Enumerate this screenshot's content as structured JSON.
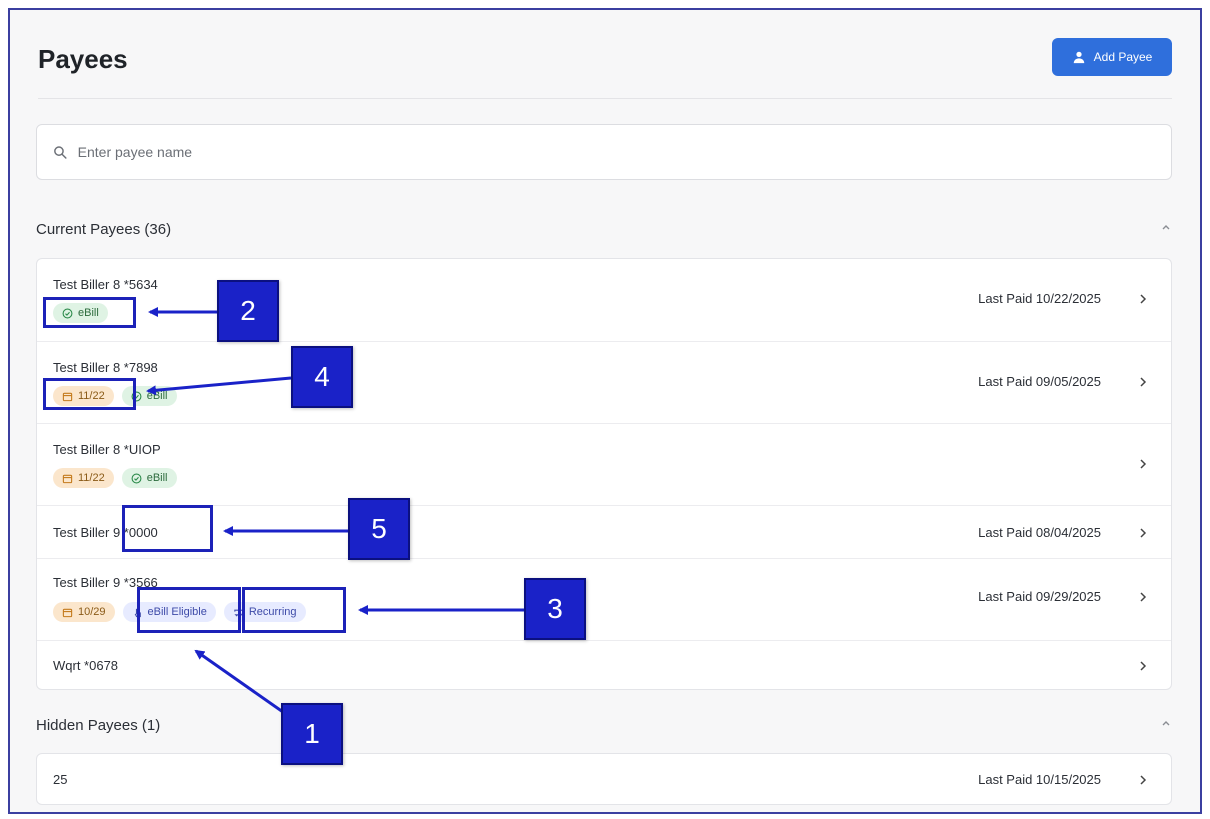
{
  "header": {
    "title": "Payees",
    "add_button_label": "Add Payee",
    "add_icon": "user-plus-icon"
  },
  "search": {
    "placeholder": "Enter payee name",
    "value": "",
    "icon": "search-icon"
  },
  "current_section": {
    "title": "Current Payees (36)",
    "payees": [
      {
        "name": "Test Biller 8 *5634",
        "last_paid": "Last Paid 10/22/2025",
        "badges": [
          {
            "type": "ebill",
            "label": "eBill",
            "icon": "check-circle-icon"
          }
        ]
      },
      {
        "name": "Test Biller 8 *7898",
        "last_paid": "Last Paid 09/05/2025",
        "badges": [
          {
            "type": "date",
            "label": "11/22",
            "icon": "calendar-icon"
          },
          {
            "type": "ebill",
            "label": "eBill",
            "icon": "check-circle-icon"
          }
        ]
      },
      {
        "name": "Test Biller 8 *UIOP",
        "last_paid": "",
        "badges": [
          {
            "type": "date",
            "label": "11/22",
            "icon": "calendar-icon"
          },
          {
            "type": "ebill",
            "label": "eBill",
            "icon": "check-circle-icon"
          }
        ]
      },
      {
        "name": "Test Biller 9 *0000",
        "last_paid": "Last Paid 08/04/2025",
        "badges": []
      },
      {
        "name": "Test Biller 9 *3566",
        "last_paid": "Last Paid 09/29/2025",
        "badges": [
          {
            "type": "date",
            "label": "10/29",
            "icon": "calendar-icon"
          },
          {
            "type": "eligible",
            "label": "eBill Eligible",
            "icon": "hand-pointer-icon"
          },
          {
            "type": "recurring",
            "label": "Recurring",
            "icon": "repeat-icon"
          }
        ]
      },
      {
        "name": "Wqrt *0678",
        "last_paid": "",
        "badges": []
      }
    ]
  },
  "hidden_section": {
    "title": "Hidden Payees (1)",
    "payees": [
      {
        "name": "25",
        "last_paid": "Last Paid 10/15/2025",
        "badges": []
      }
    ]
  },
  "callouts": [
    "1",
    "2",
    "3",
    "4",
    "5"
  ],
  "colors": {
    "accent": "#2f6fdc",
    "callout": "#1a22c8",
    "ebill_bg": "#dff3e4",
    "date_bg": "#fbe6cc",
    "eligible_bg": "#e7ebff"
  }
}
